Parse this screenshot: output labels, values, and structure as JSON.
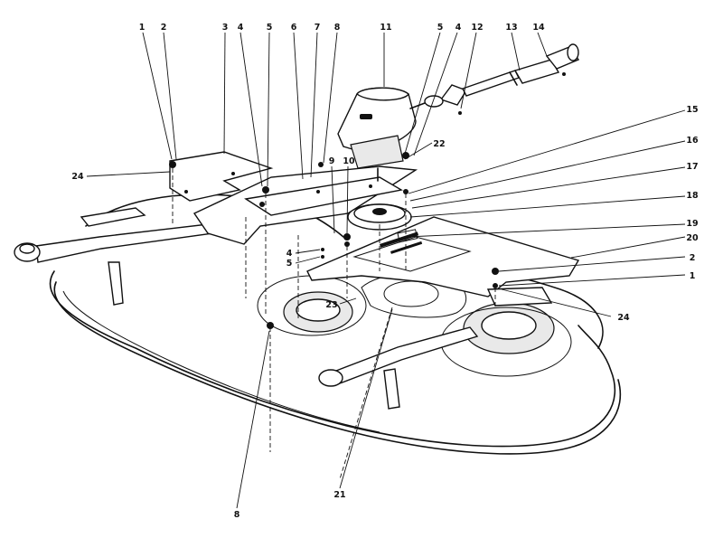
{
  "callouts": [
    {
      "id": "c1a",
      "text": "1"
    },
    {
      "id": "c2a",
      "text": "2"
    },
    {
      "id": "c3",
      "text": "3"
    },
    {
      "id": "c4a",
      "text": "4"
    },
    {
      "id": "c5a",
      "text": "5"
    },
    {
      "id": "c6",
      "text": "6"
    },
    {
      "id": "c7",
      "text": "7"
    },
    {
      "id": "c8a",
      "text": "8"
    },
    {
      "id": "c11",
      "text": "11"
    },
    {
      "id": "c5b",
      "text": "5"
    },
    {
      "id": "c4b",
      "text": "4"
    },
    {
      "id": "c12",
      "text": "12"
    },
    {
      "id": "c13",
      "text": "13"
    },
    {
      "id": "c14",
      "text": "14"
    },
    {
      "id": "c15",
      "text": "15"
    },
    {
      "id": "c16",
      "text": "16"
    },
    {
      "id": "c17",
      "text": "17"
    },
    {
      "id": "c18",
      "text": "18"
    },
    {
      "id": "c19",
      "text": "19"
    },
    {
      "id": "c20",
      "text": "20"
    },
    {
      "id": "c2b",
      "text": "2"
    },
    {
      "id": "c1b",
      "text": "1"
    },
    {
      "id": "c24a",
      "text": "24"
    },
    {
      "id": "c24b",
      "text": "24"
    },
    {
      "id": "c22",
      "text": "22"
    },
    {
      "id": "c9",
      "text": "9"
    },
    {
      "id": "c10",
      "text": "10"
    },
    {
      "id": "c4c",
      "text": "4"
    },
    {
      "id": "c5c",
      "text": "5"
    },
    {
      "id": "c23",
      "text": "23"
    },
    {
      "id": "c8b",
      "text": "8"
    },
    {
      "id": "c21",
      "text": "21"
    }
  ]
}
